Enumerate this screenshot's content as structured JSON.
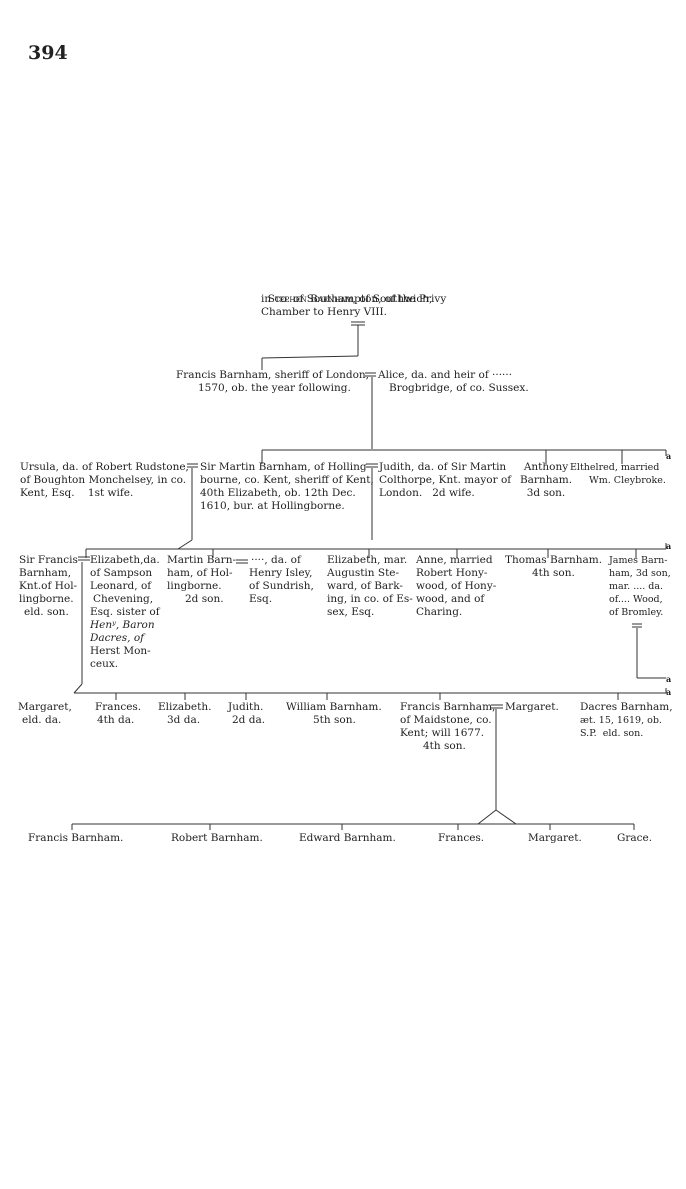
{
  "page_number": "394",
  "root": {
    "name": "Stephen Barnham",
    "lines": [
      ", of Southwich,",
      "in co. of Southampton, of the Privy",
      "Chamber to Henry VIII."
    ]
  },
  "gen1": {
    "husband": [
      "Francis Barnham, sheriff of London,",
      "1570, ob. the year following."
    ],
    "wife": [
      "Alice, da. and heir of ······",
      "Brogbridge, of co. Sussex."
    ]
  },
  "gen2": {
    "ursula": [
      "Ursula, da. of Robert Rudstone,",
      "of Boughton Monchelsey, in co.",
      "Kent, Esq.    1st wife."
    ],
    "martin": [
      "Sir Martin Barnham, of Holling-",
      "bourne, co. Kent, sheriff of Kent,",
      "40th Elizabeth, ob. 12th Dec.",
      "1610, bur. at Hollingborne."
    ],
    "judith": [
      "Judith, da. of Sir Martin",
      "Colthorpe, Knt. mayor of",
      "London.   2d wife."
    ],
    "anthony": [
      "Anthony",
      "Barnham.",
      "3d son."
    ],
    "elthelred": [
      "Elthelred, married",
      "Wm. Cleybroke."
    ]
  },
  "gen3": {
    "francis": [
      "Sir Francis",
      "Barnham,",
      "Knt.of Hol-",
      "lingborne.",
      "eld. son."
    ],
    "elizabeth_wife": [
      "Elizabeth,da.",
      "of Sampson",
      "Leonard, of",
      "Chevening,",
      "Esq. sister of",
      "Henʸ, Baron",
      "Dacres, of",
      "Herst Mon-",
      "ceux."
    ],
    "martin2": [
      "Martin Barn-",
      "ham, of Hol-",
      "lingborne.",
      "2d son."
    ],
    "isley": [
      "····, da. of",
      "Henry Isley,",
      "of Sundrish,",
      "Esq."
    ],
    "elizabeth_mar": [
      "Elizabeth, mar.",
      "Augustin Ste-",
      "ward, of Bark-",
      "ing, in co. of Es-",
      "sex, Esq."
    ],
    "anne": [
      "Anne, married",
      "Robert Hony-",
      "wood, of Hony-",
      "wood, and of",
      "Charing."
    ],
    "thomas": [
      "Thomas Barnham.",
      "4th son."
    ],
    "james": [
      "James Barn-",
      "ham, 3d son,",
      "mar. .... da.",
      "of.... Wood,",
      "of Bromley."
    ]
  },
  "gen4": {
    "margaret": [
      "Margaret,",
      "eld. da."
    ],
    "frances": [
      "Frances.",
      "4th da."
    ],
    "elizabeth": [
      "Elizabeth.",
      "3d da."
    ],
    "judith": [
      "Judith.",
      "2d da."
    ],
    "william": [
      "William Barnham.",
      "5th son."
    ],
    "francis": [
      "Francis Barnham,",
      "of Maidstone, co.",
      "Kent; will 1677.",
      "4th son."
    ],
    "margaret_wife": [
      "Margaret."
    ],
    "dacres": [
      "Dacres Barnham,",
      "æt. 15, 1619, ob.",
      "S.P.  eld. son."
    ]
  },
  "gen5": {
    "children": [
      "Francis Barnham.",
      "Robert Barnham.",
      "Edward Barnham.",
      "Frances.",
      "Margaret.",
      "Grace."
    ]
  },
  "marks": {
    "continuation": "a"
  }
}
